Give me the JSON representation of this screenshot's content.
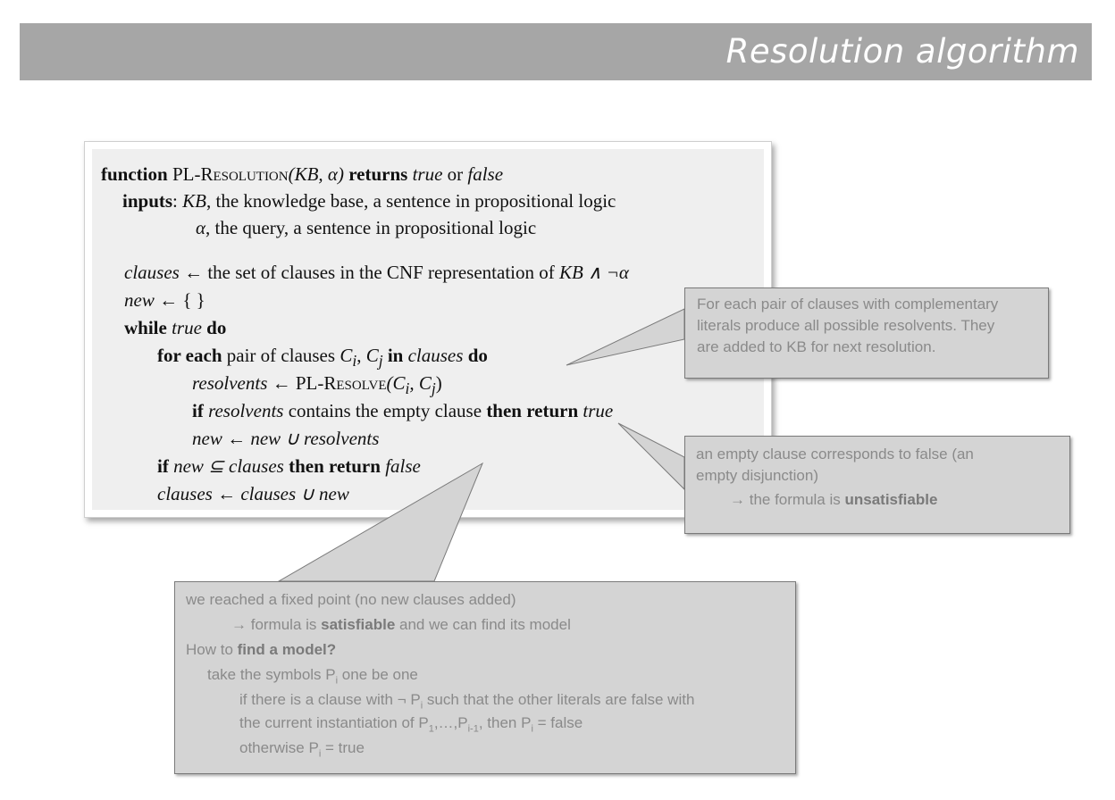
{
  "title": "Resolution algorithm",
  "algorithm": {
    "l1_kw_function": "function",
    "l1_name": "PL-Resolution",
    "l1_args": "(KB, α)",
    "l1_kw_returns": "returns",
    "l1_true": "true",
    "l1_or": "or",
    "l1_false": "false",
    "l2_kw_inputs": "inputs",
    "l2_text_a": ": ",
    "l2_kb": "KB",
    "l2_text_b": ", the knowledge base, a sentence in propositional logic",
    "l3_alpha": "α",
    "l3_text": ", the query, a sentence in propositional logic",
    "l4_clauses": "clauses",
    "l4_text": " ← the set of clauses in the CNF representation of ",
    "l4_expr": "KB ∧ ¬α",
    "l5_new": "new",
    "l5_text": " ← { }",
    "l6_kw_while": "while",
    "l6_true": "true",
    "l6_kw_do": "do",
    "l7_kw_foreach": "for each",
    "l7_text": " pair of clauses ",
    "l7_ci": "C",
    "l7_i": "i",
    "l7_comma": ", ",
    "l7_cj": "C",
    "l7_j": "j",
    "l7_kw_in": "in",
    "l7_clauses": "clauses",
    "l7_kw_do": "do",
    "l8_resolvents": "resolvents",
    "l8_arrow": " ← PL-",
    "l8_name": "Resolve",
    "l8_args": "(C",
    "l8_i": "i",
    "l8_comma": ", C",
    "l8_j": "j",
    "l8_close": ")",
    "l9_kw_if": "if",
    "l9_resolvents": "resolvents",
    "l9_text": " contains the empty clause ",
    "l9_kw_then": "then return",
    "l9_true": "true",
    "l10_expr": "new ← new ∪ resolvents",
    "l11_kw_if": "if",
    "l11_expr": "new ⊆ clauses",
    "l11_kw_then": "then return",
    "l11_false": "false",
    "l12_expr": "clauses ← clauses ∪ new"
  },
  "callout_resolvents": {
    "line1": "For each pair of clauses with complementary",
    "line2": "literals produce all possible resolvents. They",
    "line3": "are added to KB for next resolution."
  },
  "callout_empty": {
    "line1": "an empty clause corresponds to false (an",
    "line2": "empty disjunction)",
    "line3_pre": "→ the formula is ",
    "line3_bold": "unsatisfiable"
  },
  "callout_fixed": {
    "line1": "we reached a fixed point (no new clauses added)",
    "line2_pre": "→ formula is ",
    "line2_bold": "satisfiable",
    "line2_post": " and we can find its model",
    "line3_pre": "How to ",
    "line3_bold": "find a model?",
    "line4_pre": "take the symbols P",
    "line4_sub": "i",
    "line4_post": " one be one",
    "line5_pre": "if there is a clause with ¬ P",
    "line5_sub": "i",
    "line5_post": " such that the other literals are false with",
    "line6_pre": "the current instantiation of P",
    "line6_sub1": "1",
    "line6_mid": ",…,P",
    "line6_sub2": "i-1",
    "line6_mid2": ", then P",
    "line6_sub3": "i",
    "line6_post": " = false",
    "line7_pre": "otherwise P",
    "line7_sub": "i",
    "line7_post": " = true"
  },
  "colors": {
    "title_bar": "#a6a6a6",
    "callout_fill": "#d4d4d4",
    "callout_text": "#8a8a8a"
  }
}
